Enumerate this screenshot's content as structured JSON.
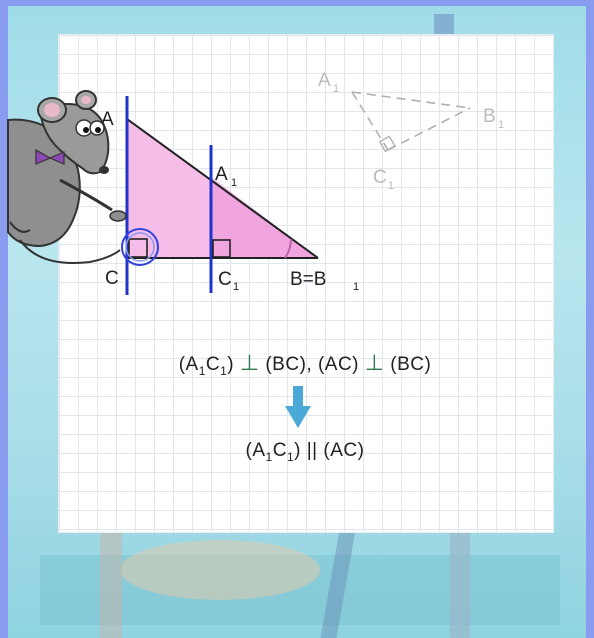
{
  "colors": {
    "slide_bg": "#a9dde8",
    "frame": "#8a9cf0",
    "triangle_fill": "#f4b6e6",
    "perp_line": "#2233cc",
    "arrow": "#4aa9d6",
    "faded_label": "#bbbbbb"
  },
  "figure": {
    "point_a": "A",
    "point_a1": "A",
    "point_c": "C",
    "point_c1": "C",
    "point_b": "B=B",
    "index_1": "1",
    "ghost_a1": "A",
    "ghost_b1": "B",
    "ghost_c1": "C"
  },
  "formula": {
    "line1_p1": "(A",
    "line1_s1": "1",
    "line1_p2": "C",
    "line1_s2": "1",
    "line1_p3": ")",
    "perp_symbol": "⊥",
    "line1_p4": "(BC),  (AC)",
    "line1_p5": "(BC)",
    "line2_p1": "(A",
    "line2_s1": "1",
    "line2_p2": "C",
    "line2_s2": "1",
    "line2_p3": ")",
    "parallel_symbol": "||",
    "line2_p4": "(AC)"
  },
  "icons": {
    "mouse": "cartoon-mouse-icon",
    "arrow": "down-arrow-icon"
  }
}
